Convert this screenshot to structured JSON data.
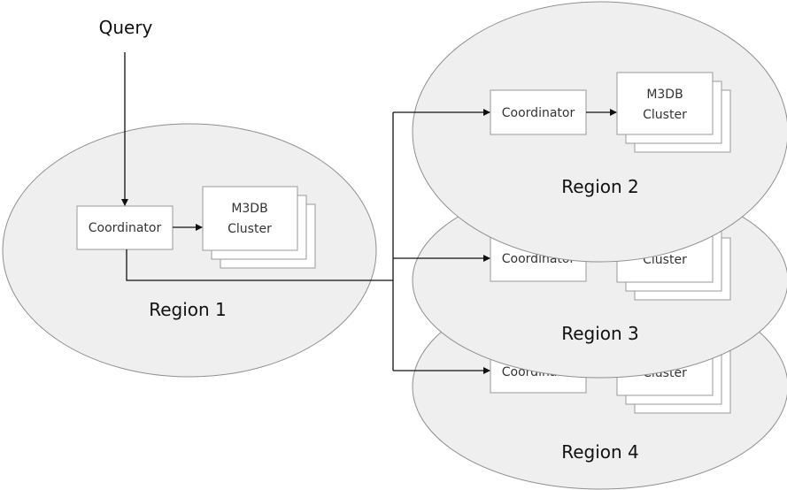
{
  "query": {
    "label": "Query"
  },
  "regions": [
    {
      "label": "Region 1",
      "coordinator_label": "Coordinator",
      "cluster_label_line1": "M3DB",
      "cluster_label_line2": "Cluster"
    },
    {
      "label": "Region 2",
      "coordinator_label": "Coordinator",
      "cluster_label_line1": "M3DB",
      "cluster_label_line2": "Cluster"
    },
    {
      "label": "Region 3",
      "coordinator_label": "Coordinator",
      "cluster_label_line1": "",
      "cluster_label_line2": "Cluster"
    },
    {
      "label": "Region 4",
      "coordinator_label": "Coordinator",
      "cluster_label_line1": "",
      "cluster_label_line2": "Cluster"
    }
  ],
  "colors": {
    "region_fill": "#efefef",
    "region_stroke": "#8f8f8f",
    "box_fill": "#ffffff",
    "box_stroke": "#9a9a9a",
    "edge": "#111111"
  }
}
